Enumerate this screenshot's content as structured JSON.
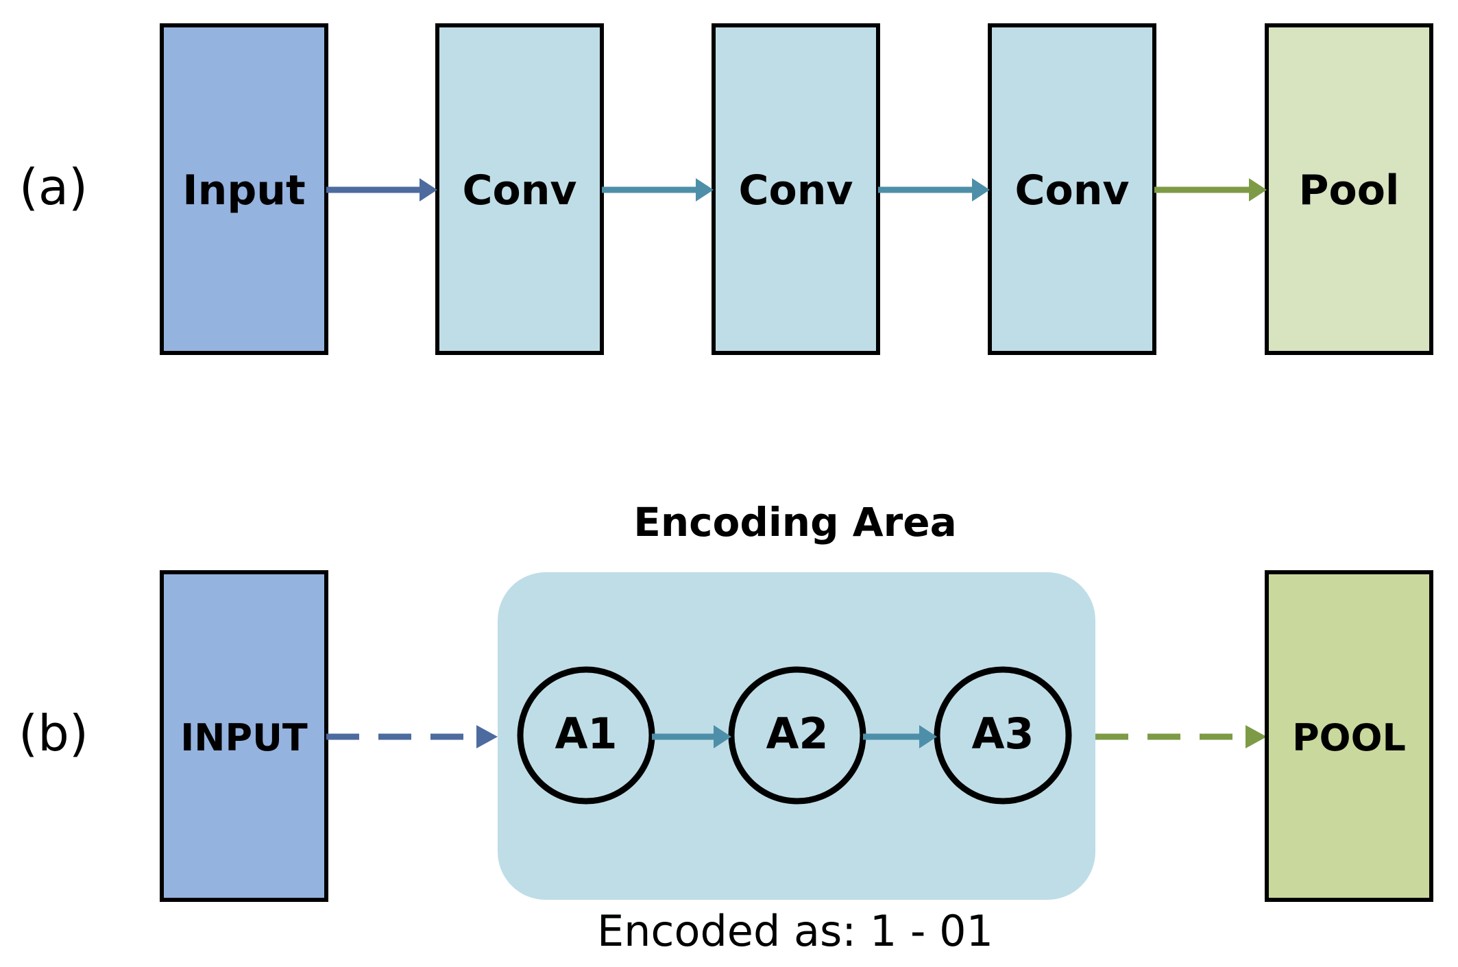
{
  "row_a": {
    "label": "(a)",
    "blocks": [
      {
        "id": "input",
        "label": "Input"
      },
      {
        "id": "conv1",
        "label": "Conv"
      },
      {
        "id": "conv2",
        "label": "Conv"
      },
      {
        "id": "conv3",
        "label": "Conv"
      },
      {
        "id": "pool",
        "label": "Pool"
      }
    ]
  },
  "row_b": {
    "label": "(b)",
    "input_label": "INPUT",
    "pool_label": "POOL",
    "area_title": "Encoding Area",
    "nodes": [
      {
        "id": "a1",
        "label": "A1"
      },
      {
        "id": "a2",
        "label": "A2"
      },
      {
        "id": "a3",
        "label": "A3"
      }
    ],
    "encoding_caption": "Encoded as: 1 - 01"
  },
  "colors": {
    "input_fill": "#95b3df",
    "conv_fill": "#bfdde7",
    "pool_fill_a": "#d8e3bf",
    "pool_fill_b": "#c9d89c",
    "area_fill": "#bfdde7",
    "arrow_input": "#4d6b9e",
    "arrow_conv": "#4d8fa8",
    "arrow_pool": "#7d9b46",
    "stroke": "#000000"
  }
}
